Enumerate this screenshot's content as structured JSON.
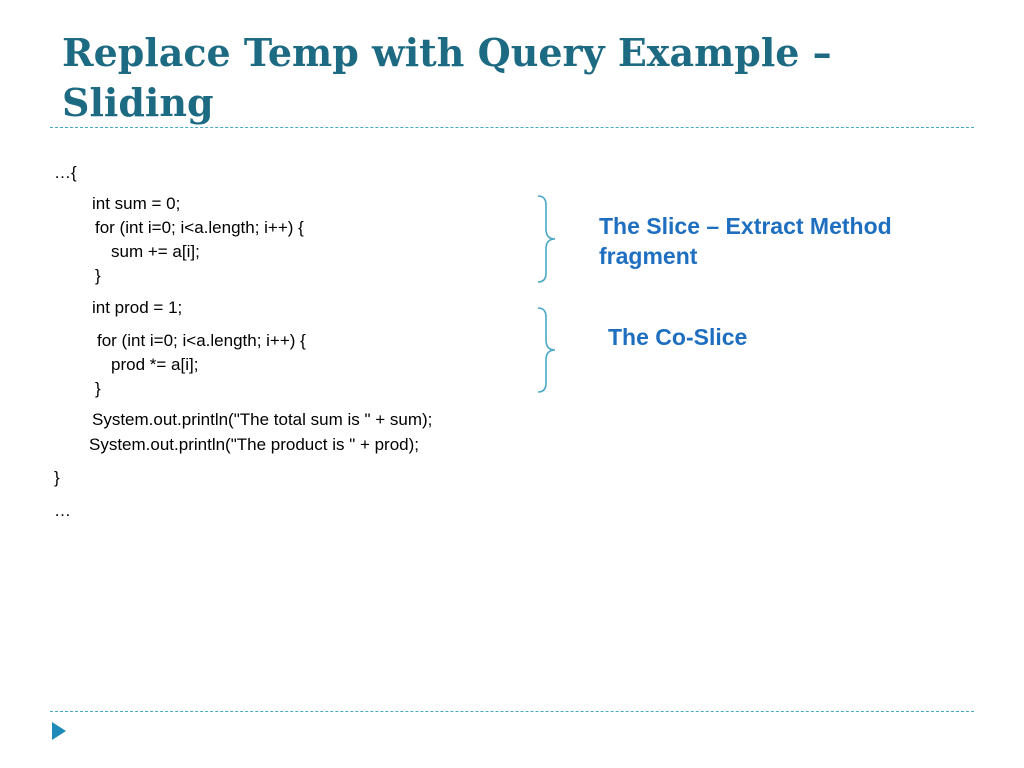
{
  "slide": {
    "title_line1": "Replace Temp with Query Example –",
    "title_line2": "Sliding",
    "code": {
      "open": "…{",
      "l_sum_decl": "int sum = 0;",
      "l_for1": "for (int i=0; i<a.length; i++) {",
      "l_sum_add": "sum += a[i];",
      "l_close1": "}",
      "l_prod_decl": "int prod = 1;",
      "l_for2": "for (int i=0; i<a.length; i++) {",
      "l_prod_mul": "prod *= a[i];",
      "l_close2": "}",
      "l_print_sum": "System.out.println(\"The total sum is \" + sum);",
      "l_print_prod": "System.out.println(\"The product is \" + prod);",
      "close": "}",
      "ellipsis": "…"
    },
    "annotations": {
      "slice_line1": "The Slice – Extract Method",
      "slice_line2": "fragment",
      "coslice": "The Co-Slice"
    },
    "colors": {
      "title": "#1d6a83",
      "annotation": "#1f6fc0",
      "rule": "#4aa8c4",
      "nav_arrow": "#1e8ab8"
    },
    "icons": {
      "nav": "play-triangle-icon"
    }
  }
}
